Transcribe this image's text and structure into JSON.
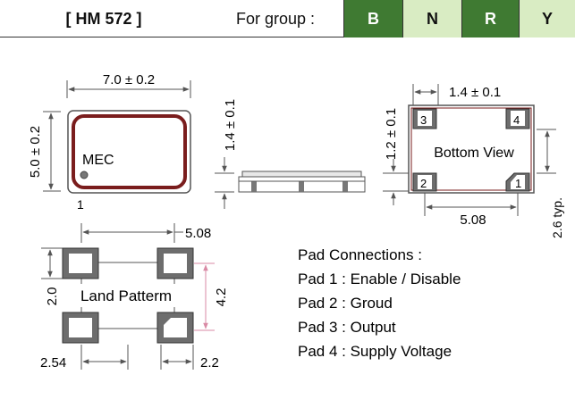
{
  "header": {
    "title": "[ HM 572 ]",
    "group_label": "For  group :",
    "groups": [
      {
        "label": "B",
        "bg": "#3f7a32",
        "fg": "#ffffff"
      },
      {
        "label": "N",
        "bg": "#d9ecc3",
        "fg": "#111111"
      },
      {
        "label": "R",
        "bg": "#3f7a32",
        "fg": "#ffffff"
      },
      {
        "label": "Y",
        "bg": "#d9ecc3",
        "fg": "#111111"
      }
    ]
  },
  "top_view": {
    "width_dim": "7.0 ± 0.2",
    "height_dim": "5.0 ± 0.2",
    "marking": "MEC",
    "pin_label": "1"
  },
  "side_view": {
    "thickness_dim": "1.4 ± 0.1"
  },
  "bottom_view": {
    "label": "Bottom View",
    "pad_width_dim": "1.4 ± 0.1",
    "pad_height_dim": "1.2 ± 0.1",
    "pitch_dim": "5.08",
    "typ_dim": "2.6 typ.",
    "pads": [
      "3",
      "4",
      "2",
      "1"
    ]
  },
  "land_pattern": {
    "label": "Land Patterm",
    "top_dim": "5.08",
    "left_dim": "2.0",
    "right_dim": "4.2",
    "bottom_left_dim": "2.54",
    "bottom_right_dim": "2.2"
  },
  "pad_connections": {
    "title": "Pad Connections :",
    "lines": [
      "Pad 1 : Enable / Disable",
      "Pad 2 : Groud",
      "Pad 3 : Output",
      "Pad 4 : Supply Voltage"
    ]
  },
  "colors": {
    "line": "#555555",
    "pad_fill": "#6d6d6d",
    "body_outline": "#7a1d1d",
    "dim_pink": "#d98aa5"
  }
}
